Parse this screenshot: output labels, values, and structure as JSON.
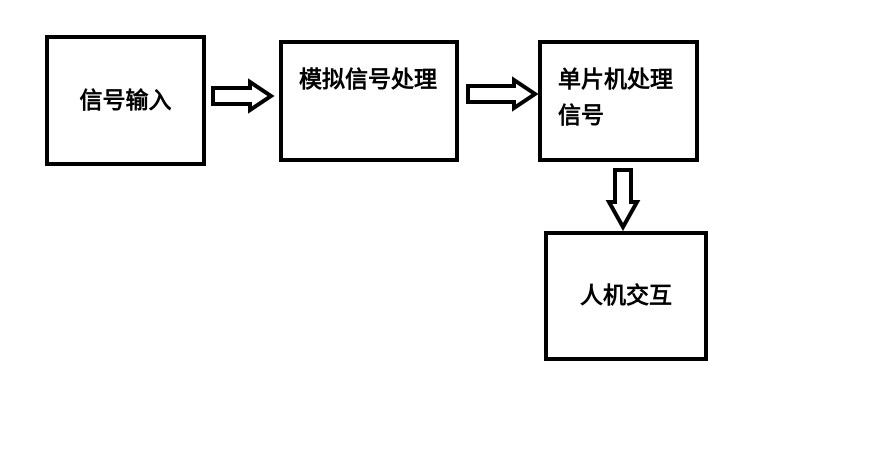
{
  "diagram": {
    "nodes": [
      {
        "id": "input",
        "label": "信号输入"
      },
      {
        "id": "analog",
        "label": "模拟信号处理"
      },
      {
        "id": "mcu",
        "label": "单片机处理信号"
      },
      {
        "id": "hmi",
        "label": "人机交互"
      }
    ],
    "edges": [
      {
        "from": "input",
        "to": "analog",
        "style": "hollow-block-arrow"
      },
      {
        "from": "analog",
        "to": "mcu",
        "style": "hollow-block-arrow"
      },
      {
        "from": "mcu",
        "to": "hmi",
        "style": "hollow-block-arrow"
      }
    ],
    "colors": {
      "stroke": "#000000",
      "background": "#ffffff"
    }
  }
}
